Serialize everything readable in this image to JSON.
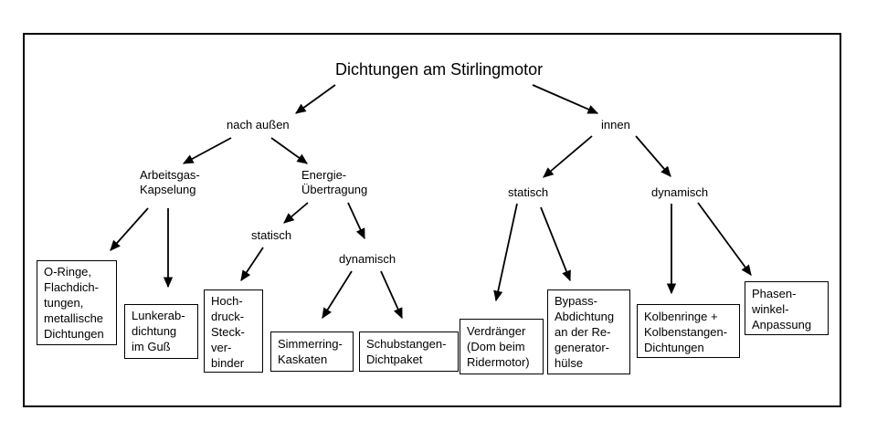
{
  "diagram": {
    "title": "Dichtungen am Stirlingmotor",
    "nodes": {
      "nach_aussen": "nach außen",
      "innen": "innen",
      "arbeitsgas_kapselung": "Arbeitsgas-\nKapselung",
      "energie_uebertragung": "Energie-\nÜbertragung",
      "statisch_links": "statisch",
      "dynamisch_links": "dynamisch",
      "statisch_rechts": "statisch",
      "dynamisch_rechts": "dynamisch"
    },
    "leaf_boxes": {
      "o_ringe": "O-Ringe,\nFlachdich-\ntungen,\nmetallische\nDichtungen",
      "lunkerabdichtung": "Lunkerab-\ndichtung\nim Guß",
      "hochdruck_steckverbinder": "Hoch-\ndruck-\nSteck-\nver-\nbinder",
      "simmerring_kaskaten": "Simmerring-\nKaskaten",
      "schubstangen_dichtpaket": "Schubstangen-\nDichtpaket",
      "verdraenger": "Verdränger\n(Dom beim\nRidermotor)",
      "bypass_abdichtung": "Bypass-\nAbdichtung\nan der Re-\ngenerator-\nhülse",
      "kolbenringe": "Kolbenringe +\nKolbenstangen-\nDichtungen",
      "phasenwinkel": "Phasen-\nwinkel-\nAnpassung"
    },
    "edges": [
      {
        "from": "Dichtungen am Stirlingmotor",
        "to": "nach außen"
      },
      {
        "from": "Dichtungen am Stirlingmotor",
        "to": "innen"
      },
      {
        "from": "nach außen",
        "to": "Arbeitsgas-Kapselung"
      },
      {
        "from": "nach außen",
        "to": "Energie-Übertragung"
      },
      {
        "from": "Arbeitsgas-Kapselung",
        "to": "O-Ringe, Flachdichtungen, metallische Dichtungen"
      },
      {
        "from": "Arbeitsgas-Kapselung",
        "to": "Lunkerabdichtung im Guß"
      },
      {
        "from": "Energie-Übertragung",
        "to": "statisch (links)"
      },
      {
        "from": "Energie-Übertragung",
        "to": "dynamisch (links)"
      },
      {
        "from": "statisch (links)",
        "to": "Hochdruck-Steckverbinder"
      },
      {
        "from": "dynamisch (links)",
        "to": "Simmerring-Kaskaten"
      },
      {
        "from": "dynamisch (links)",
        "to": "Schubstangen-Dichtpaket"
      },
      {
        "from": "innen",
        "to": "statisch (rechts)"
      },
      {
        "from": "innen",
        "to": "dynamisch (rechts)"
      },
      {
        "from": "statisch (rechts)",
        "to": "Verdränger (Dom beim Ridermotor)"
      },
      {
        "from": "statisch (rechts)",
        "to": "Bypass-Abdichtung an der Regeneratorhülse"
      },
      {
        "from": "dynamisch (rechts)",
        "to": "Kolbenringe + Kolbenstangen-Dichtungen"
      },
      {
        "from": "dynamisch (rechts)",
        "to": "Phasenwinkel-Anpassung"
      }
    ],
    "colors": {
      "background": "#ffffff",
      "text": "#000000",
      "line": "#000000",
      "box_border": "#000000"
    }
  }
}
